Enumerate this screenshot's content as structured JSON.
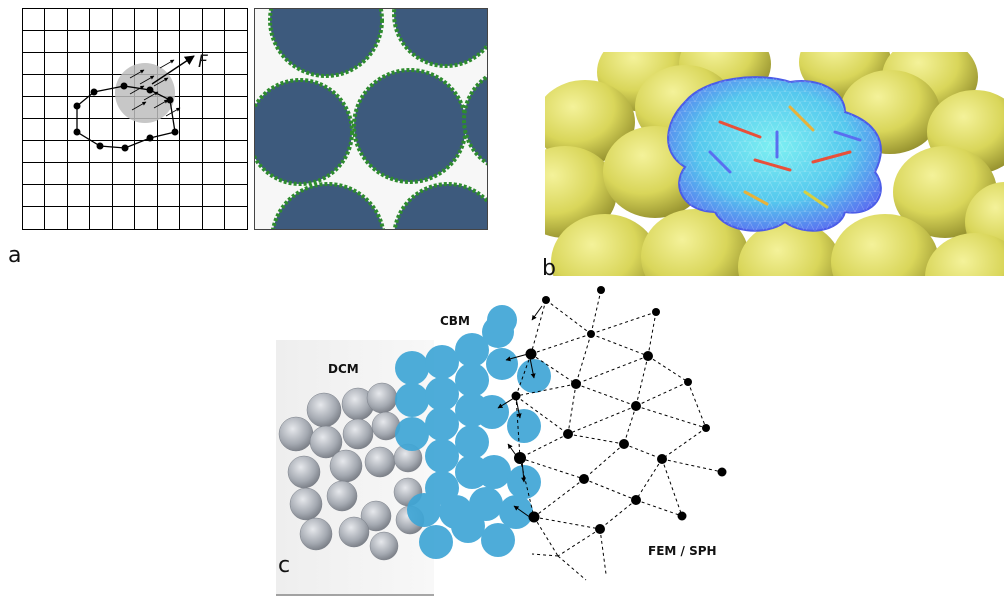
{
  "panels": {
    "a": {
      "letter": "a",
      "force_label": "F"
    },
    "b": {
      "letter": "b"
    },
    "c": {
      "letter": "c",
      "labels": {
        "cbm": "CBM",
        "dcm": "DCM",
        "fem": "FEM / SPH"
      }
    }
  },
  "colors": {
    "grid_line": "#000000",
    "highlight_gray": "#bdbdbd",
    "cell_dark": "#3d5a7d",
    "membrane_green": "#2e8b2e",
    "yellow_sphere": "#d9d65a",
    "mesh_blue": "#5a7ef2",
    "mesh_cyan": "#62e0e8",
    "mesh_red": "#e8503a",
    "cbm_blue": "#3fa6d6",
    "dcm_gray": "#9ea3aa",
    "node_black": "#000000"
  }
}
